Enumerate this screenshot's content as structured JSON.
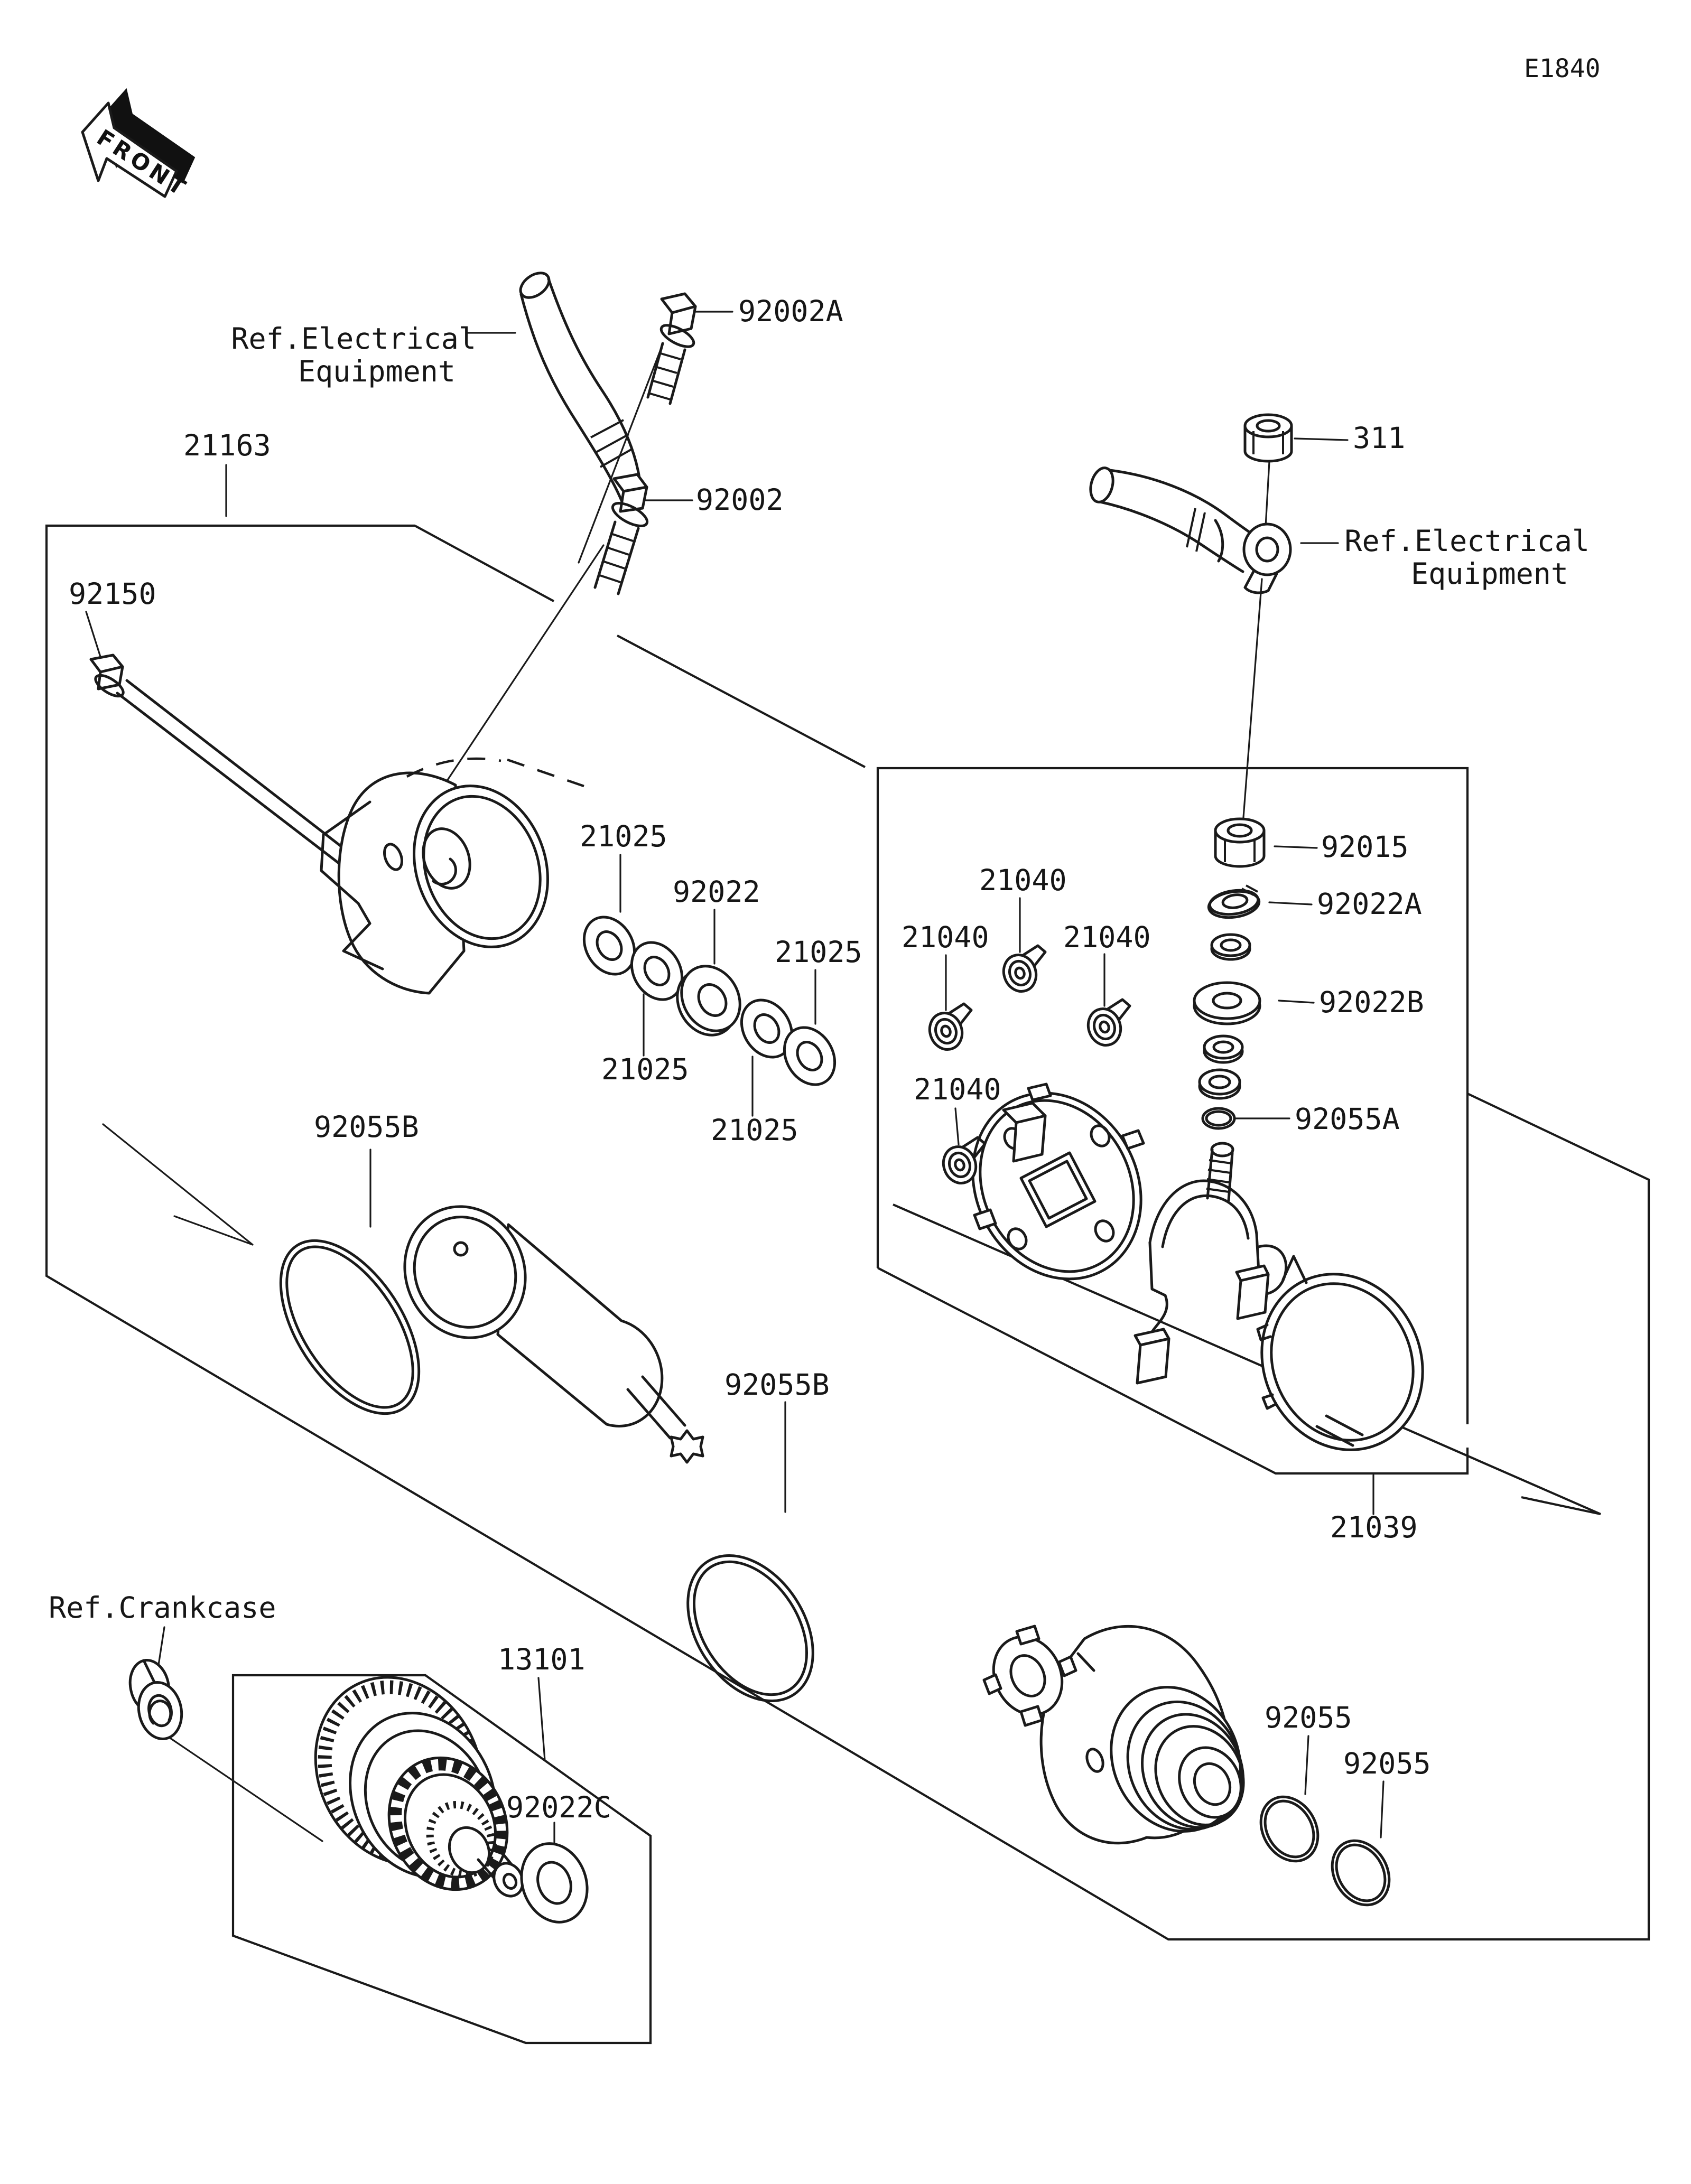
{
  "diagram": {
    "code": "E1840",
    "front_marker": "FRONT",
    "type": "exploded-parts-diagram",
    "subject": "starter-motor",
    "colors": {
      "line": "#1a1a1a",
      "background": "#ffffff"
    }
  },
  "labels": [
    {
      "id": "fig-code",
      "text": "E1840"
    },
    {
      "id": "front",
      "text": "FRONT"
    },
    {
      "id": "ref-electrical-top-line1",
      "text": "Ref.Electrical"
    },
    {
      "id": "ref-electrical-top-line2",
      "text": "Equipment"
    },
    {
      "id": "92002A",
      "text": "92002A"
    },
    {
      "id": "92002",
      "text": "92002"
    },
    {
      "id": "21163",
      "text": "21163"
    },
    {
      "id": "92150",
      "text": "92150"
    },
    {
      "id": "311",
      "text": "311"
    },
    {
      "id": "ref-electrical-right-line1",
      "text": "Ref.Electrical"
    },
    {
      "id": "ref-electrical-right-line2",
      "text": "Equipment"
    },
    {
      "id": "92015",
      "text": "92015"
    },
    {
      "id": "92022A",
      "text": "92022A"
    },
    {
      "id": "92022B",
      "text": "92022B"
    },
    {
      "id": "92055A",
      "text": "92055A"
    },
    {
      "id": "21040-top",
      "text": "21040"
    },
    {
      "id": "21040-left",
      "text": "21040"
    },
    {
      "id": "21040-right",
      "text": "21040"
    },
    {
      "id": "21040-bottom",
      "text": "21040"
    },
    {
      "id": "21025-1",
      "text": "21025"
    },
    {
      "id": "92022",
      "text": "92022"
    },
    {
      "id": "21025-2",
      "text": "21025"
    },
    {
      "id": "21025-3",
      "text": "21025"
    },
    {
      "id": "21025-4",
      "text": "21025"
    },
    {
      "id": "92055B-left",
      "text": "92055B"
    },
    {
      "id": "92055B-mid",
      "text": "92055B"
    },
    {
      "id": "21039",
      "text": "21039"
    },
    {
      "id": "92055-1",
      "text": "92055"
    },
    {
      "id": "92055-2",
      "text": "92055"
    },
    {
      "id": "ref-crankcase",
      "text": "Ref.Crankcase"
    },
    {
      "id": "13101",
      "text": "13101"
    },
    {
      "id": "92022C",
      "text": "92022C"
    }
  ]
}
